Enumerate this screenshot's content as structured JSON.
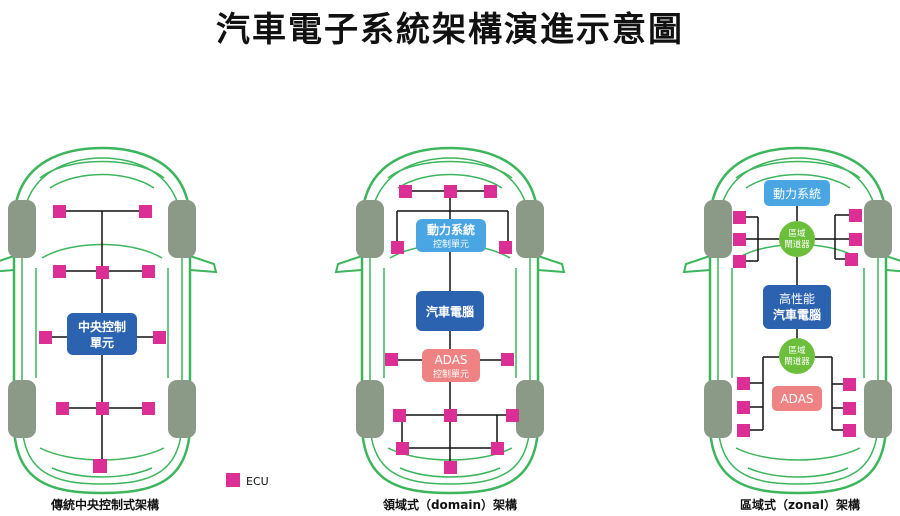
{
  "title": "汽車電子系統架構演進示意圖",
  "colors": {
    "car_outline": "#3cb55c",
    "wheel": "#8a9a86",
    "ecu": "#dc2f95",
    "line": "#111111",
    "dark_blue": "#2b63b0",
    "light_blue": "#4aa6e3",
    "pink": "#ef8383",
    "green_node": "#6cbf3a"
  },
  "legend": {
    "ecu_label": "ECU"
  },
  "architectures": [
    {
      "caption": "傳統中央控制式架構",
      "central_unit": {
        "line1": "中央控制",
        "line2": "單元"
      }
    },
    {
      "caption": "領域式（domain）架構",
      "powertrain": {
        "line1": "動力系統",
        "line2": "控制單元"
      },
      "computer": {
        "line1": "汽車電腦"
      },
      "adas": {
        "line1": "ADAS",
        "line2": "控制單元"
      }
    },
    {
      "caption": "區域式（zonal）架構",
      "powertrain": {
        "line1": "動力系統"
      },
      "gateway_front": {
        "line1": "區域",
        "line2": "閘道器"
      },
      "computer": {
        "line1": "高性能",
        "line2": "汽車電腦"
      },
      "gateway_rear": {
        "line1": "區域",
        "line2": "閘道器"
      },
      "adas": {
        "line1": "ADAS"
      }
    }
  ]
}
